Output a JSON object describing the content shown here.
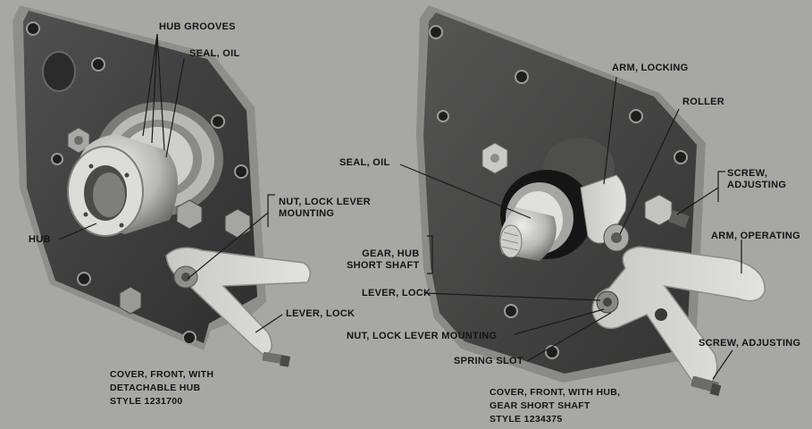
{
  "left_figure": {
    "labels": {
      "hub_grooves": "HUB GROOVES",
      "seal_oil": "SEAL, OIL",
      "nut_lock_lever_mounting_1": "NUT, LOCK LEVER",
      "nut_lock_lever_mounting_2": "MOUNTING",
      "hub": "HUB",
      "lever_lock": "LEVER, LOCK"
    },
    "caption": {
      "line1": "COVER, FRONT, WITH",
      "line2": "DETACHABLE HUB",
      "line3": "STYLE 1231700"
    }
  },
  "right_figure": {
    "labels": {
      "arm_locking": "ARM, LOCKING",
      "roller": "ROLLER",
      "screw_adjusting_top_1": "SCREW,",
      "screw_adjusting_top_2": "ADJUSTING",
      "seal_oil": "SEAL, OIL",
      "arm_operating": "ARM, OPERATING",
      "gear_hub_1": "GEAR, HUB",
      "gear_hub_2": "SHORT SHAFT",
      "lever_lock": "LEVER, LOCK",
      "nut_lock_lever_mounting": "NUT, LOCK LEVER MOUNTING",
      "screw_adjusting_bottom": "SCREW, ADJUSTING",
      "spring_slot": "SPRING SLOT"
    },
    "caption": {
      "line1": "COVER, FRONT, WITH HUB,",
      "line2": "GEAR SHORT SHAFT",
      "line3": "STYLE 1234375"
    }
  },
  "colors": {
    "background": "#a7a7a5",
    "plate": "#3d3d3c",
    "metal_light": "#d6d6d2",
    "metal_mid": "#9c9c98",
    "label_text": "#141414"
  }
}
